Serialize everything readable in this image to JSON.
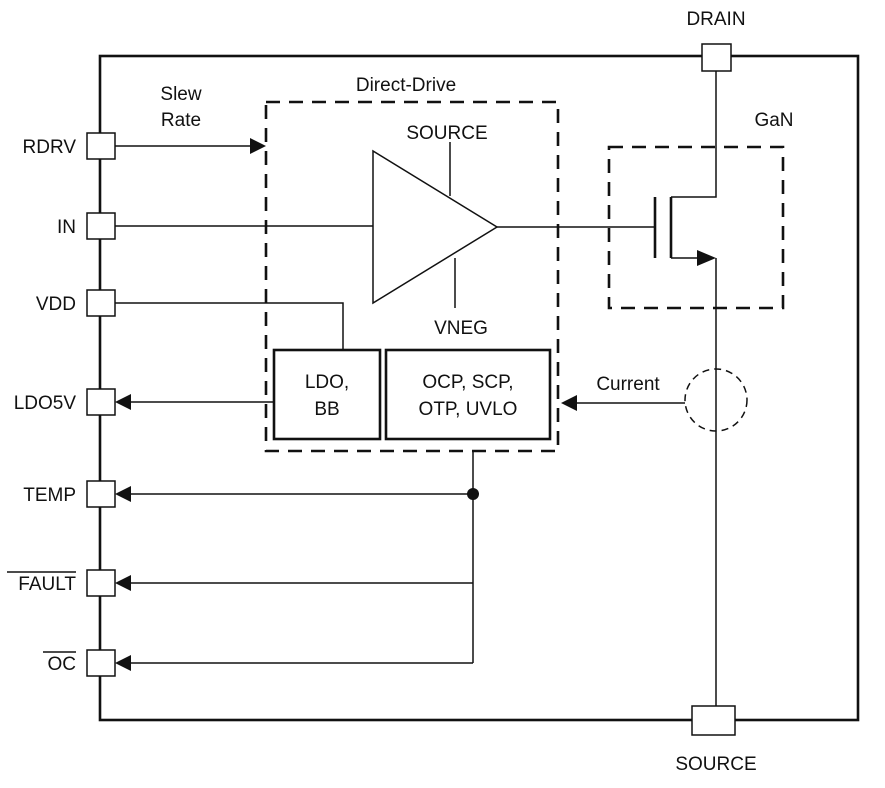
{
  "pins": {
    "rdrv": "RDRV",
    "in": "IN",
    "vdd": "VDD",
    "ldo5v": "LDO5V",
    "temp": "TEMP",
    "fault": "FAULT",
    "oc": "OC",
    "drain": "DRAIN",
    "source": "SOURCE"
  },
  "labels": {
    "slew_line1": "Slew",
    "slew_line2": "Rate",
    "direct_drive": "Direct-Drive",
    "amp_source": "SOURCE",
    "amp_vneg": "VNEG",
    "gan": "GaN",
    "current": "Current"
  },
  "blocks": {
    "ldo_line1": "LDO,",
    "ldo_line2": "BB",
    "prot_line1": "OCP, SCP,",
    "prot_line2": "OTP, UVLO"
  }
}
